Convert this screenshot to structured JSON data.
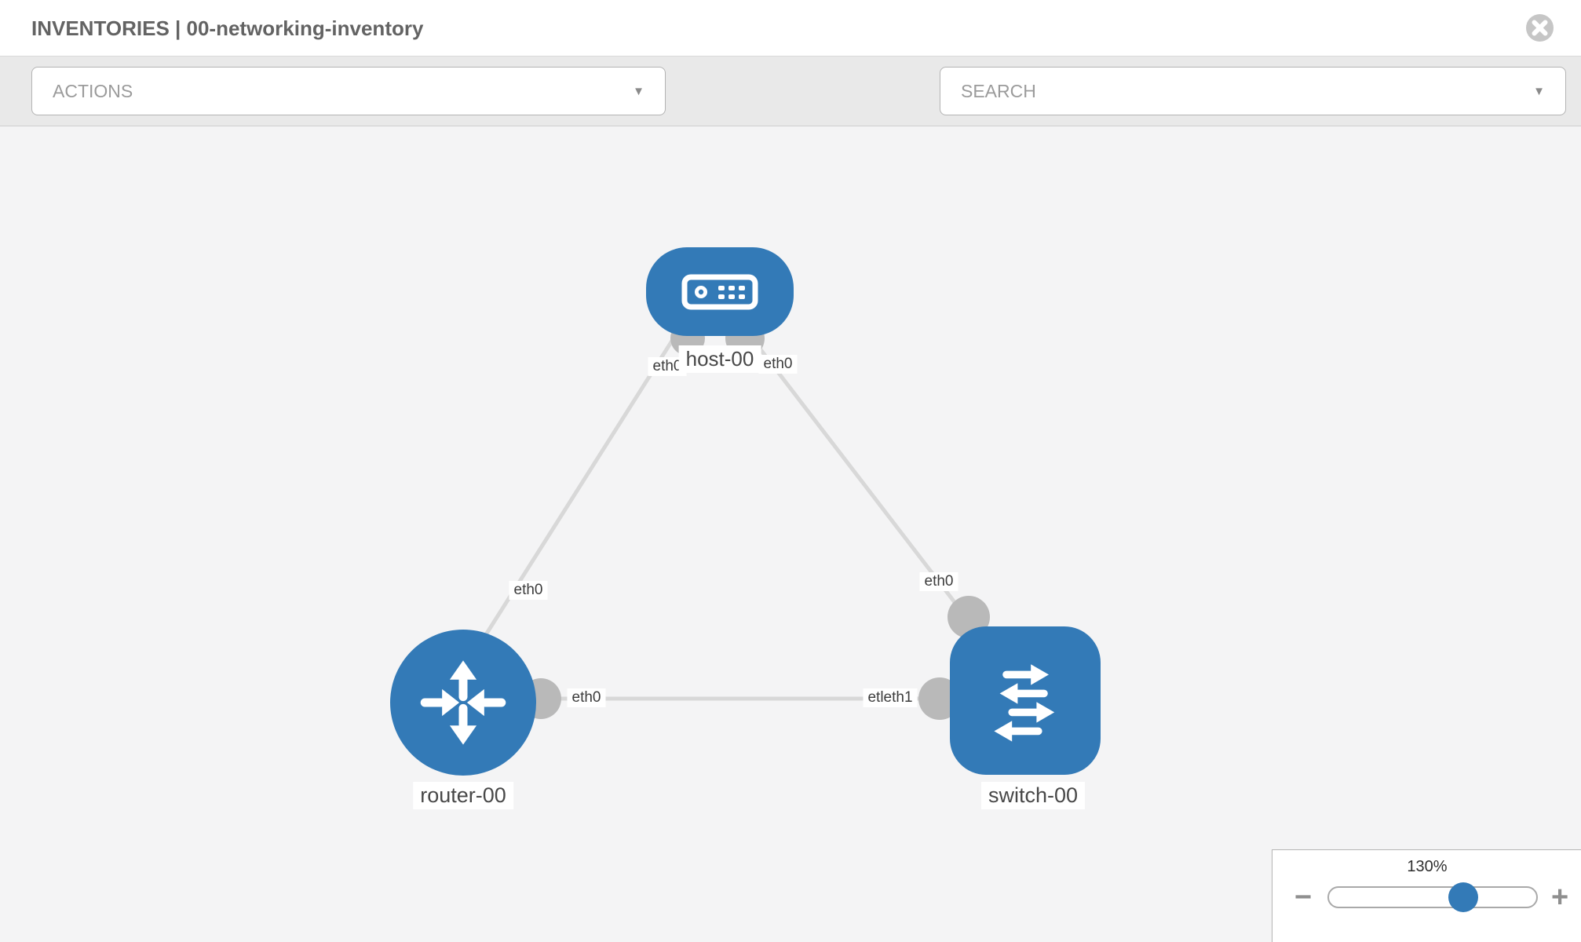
{
  "header": {
    "title": "INVENTORIES | 00-networking-inventory"
  },
  "toolbar": {
    "actions_label": "ACTIONS",
    "search_placeholder": "SEARCH"
  },
  "icons": {
    "caret_down": "▼"
  },
  "topology": {
    "nodes": [
      {
        "label": "host-00",
        "type": "host"
      },
      {
        "label": "router-00",
        "type": "router"
      },
      {
        "label": "switch-00",
        "type": "switch"
      }
    ],
    "links": [
      {
        "from": "host-00",
        "to": "router-00",
        "from_interface": "eth0",
        "to_interface": "eth0"
      },
      {
        "from": "host-00",
        "to": "switch-00",
        "from_interface": "eth0",
        "to_interface": "eth0"
      },
      {
        "from": "router-00",
        "to": "switch-00",
        "from_interface": "eth0",
        "to_interface": "eth1"
      }
    ],
    "iface_labels": [
      {
        "text": "eth0"
      },
      {
        "text": "eth0"
      },
      {
        "text": "eth0"
      },
      {
        "text": "eth0"
      },
      {
        "text": "eth0"
      },
      {
        "text": "etleth1"
      }
    ]
  },
  "zoom_control": {
    "level": "130%",
    "percent": 130,
    "minus_label": "−",
    "plus_label": "+"
  }
}
